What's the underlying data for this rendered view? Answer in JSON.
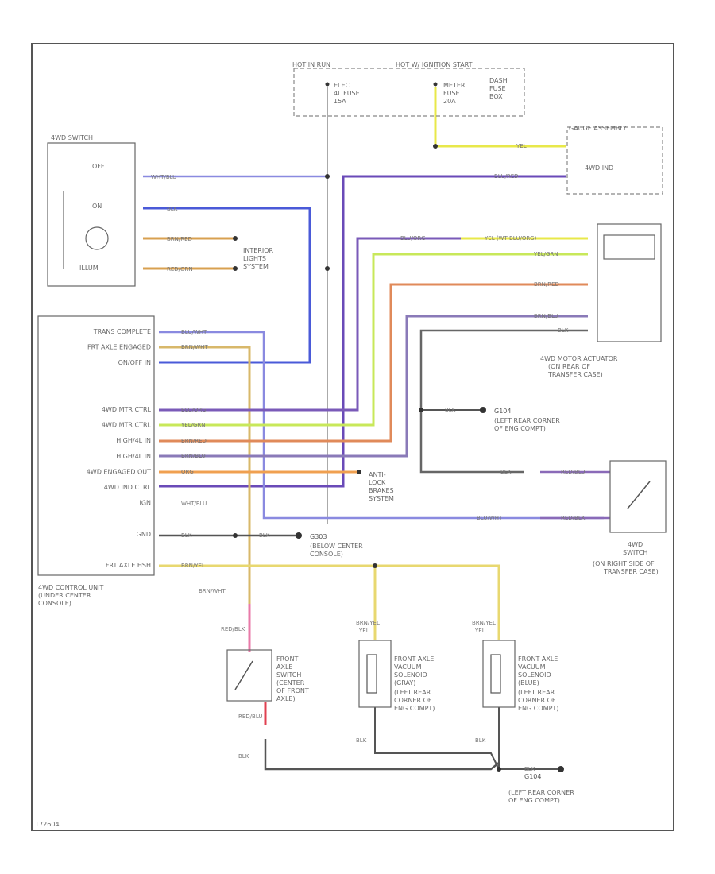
{
  "fuse_box": {
    "left": "HOT IN RUN",
    "right": "HOT W/ IGNITION START",
    "fuse1": [
      "ELEC",
      "4L FUSE",
      "15A"
    ],
    "fuse2": [
      "METER",
      "FUSE",
      "20A"
    ],
    "box": [
      "DASH",
      "FUSE",
      "BOX"
    ]
  },
  "gauge": {
    "title": "GAUGE ASSEMBLY",
    "label": "4WD IND"
  },
  "switch_4wd": {
    "title": "4WD SWITCH",
    "off": "OFF",
    "on": "ON",
    "illum": "ILLUM"
  },
  "interior_lights": [
    "INTERIOR",
    "LIGHTS",
    "SYSTEM"
  ],
  "control_unit": {
    "pins": [
      "TRANS COMPLETE",
      "FRT AXLE ENGAGED",
      "ON/OFF IN",
      "",
      "",
      "4WD MTR CTRL",
      "4WD MTR CTRL",
      "HIGH/4L IN",
      "HIGH/4L IN",
      "4WD ENGAGED OUT",
      "4WD IND CTRL",
      "IGN",
      "",
      "GND",
      "",
      "FRT AXLE HSH"
    ],
    "caption": [
      "4WD CONTROL UNIT",
      "(UNDER CENTER",
      "CONSOLE)"
    ]
  },
  "motor_actuator": [
    "4WD MOTOR ACTUATOR",
    "(ON REAR OF",
    "TRANSFER CASE)"
  ],
  "ground_g104_a": {
    "id": "G104",
    "desc": [
      "(LEFT REAR CORNER",
      "OF ENG COMPT)"
    ]
  },
  "antilock": [
    "ANTI-",
    "LOCK",
    "BRAKES",
    "SYSTEM"
  ],
  "switch_4wd_tc": [
    "4WD",
    "SWITCH",
    "(ON RIGHT SIDE OF",
    "TRANSFER CASE)"
  ],
  "ground_g303": {
    "id": "G303",
    "desc": [
      "(BELOW CENTER",
      "CONSOLE)"
    ]
  },
  "front_axle_switch": [
    "FRONT",
    "AXLE",
    "SWITCH",
    "(CENTER",
    "OF FRONT",
    "AXLE)"
  ],
  "solenoid_gray": [
    "FRONT AXLE",
    "VACUUM",
    "SOLENOID",
    "(GRAY)",
    "(LEFT REAR",
    "CORNER OF",
    "ENG COMPT)"
  ],
  "solenoid_blue": [
    "FRONT AXLE",
    "VACUUM",
    "SOLENOID",
    "(BLUE)",
    "(LEFT REAR",
    "CORNER OF",
    "ENG COMPT)"
  ],
  "ground_g104_b": {
    "id": "G104",
    "desc": [
      "(LEFT REAR CORNER",
      "OF ENG COMPT)"
    ]
  },
  "wires": {
    "wht_blu": "WHT/BLU",
    "blu_red": "BLU/RED",
    "blk": "BLK",
    "yel": "YEL",
    "brn_red": "BRN/RED",
    "red_grn": "RED/GRN",
    "blu_wht": "BLU/WHT",
    "brn_wht": "BRN/WHT",
    "blu_org": "BLU/ORG",
    "yel_grn": "YEL/GRN",
    "brn_blu": "BRN/BLU",
    "org": "ORG",
    "wht_blu2": "WHT/BLU",
    "yel_wht": "YEL (WT BLU/ORG)",
    "brn_yel": "BRN/YEL",
    "red_blk": "RED/BLK",
    "red_blu": "RED/BLU",
    "brn_yel2": "BRN/YEL",
    "red_blk2": "RED/BLK",
    "brn_yel3": "BRN/YEL"
  },
  "footer": "172604",
  "colors": {
    "yellow": "#e8e84a",
    "violet": "#6a4ab8",
    "blue": "#4a5ad8",
    "orange": "#d87a3a",
    "lime": "#c8e85a",
    "tan": "#d8b86a",
    "dark": "#555555",
    "pink": "#e87aa8"
  }
}
